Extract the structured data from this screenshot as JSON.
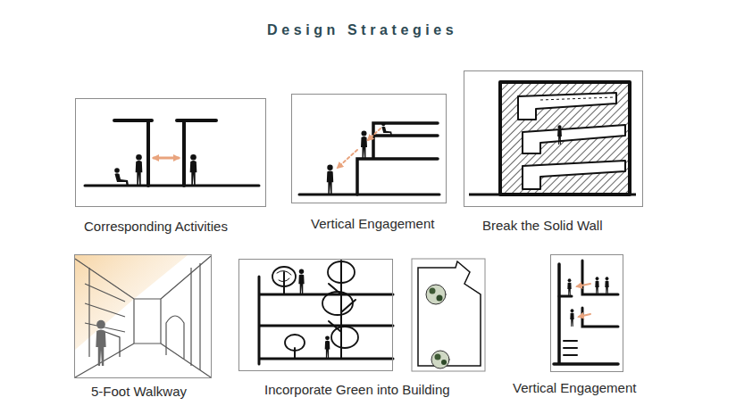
{
  "diagram": {
    "title": "Design Strategies",
    "nodes": [
      {
        "text": [
          "Corresponding Activities"
        ]
      },
      {
        "text": [
          "Vertical Engagement"
        ]
      },
      {
        "text": [
          "Break the Solid Wall"
        ]
      },
      {
        "text": [
          "5-Foot Walkway"
        ]
      },
      {
        "text": [
          "Incorporate Green into Building"
        ]
      },
      {
        "text": [
          "Vertical Engagement"
        ]
      }
    ]
  }
}
